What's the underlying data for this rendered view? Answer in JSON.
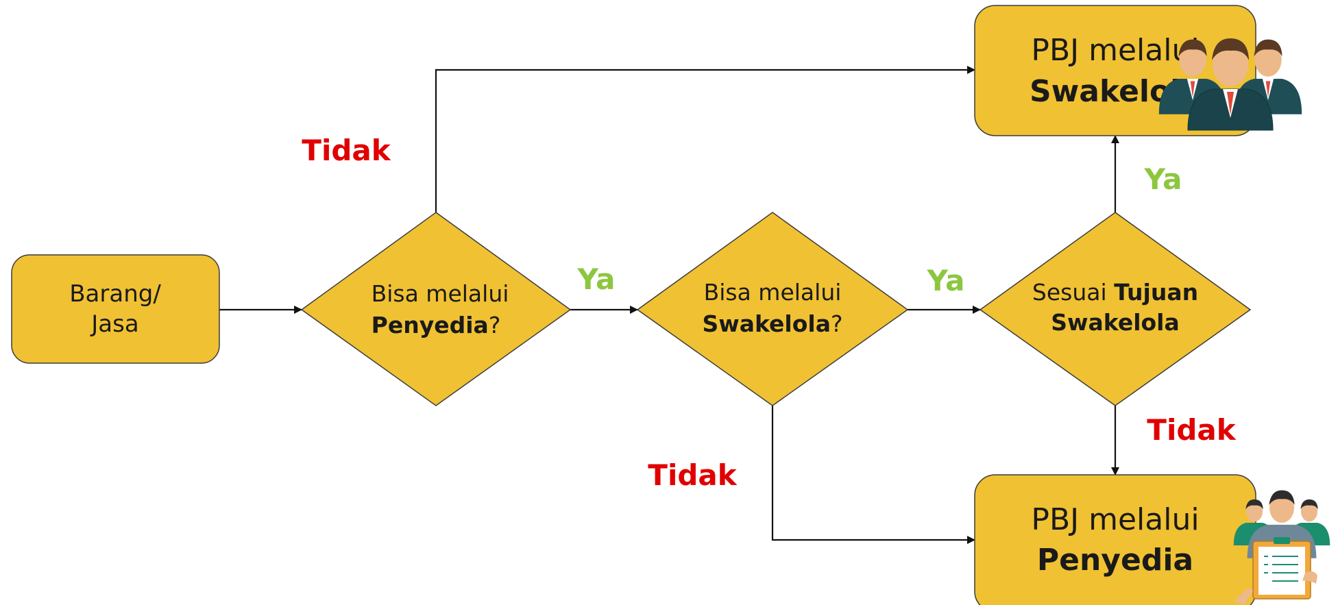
{
  "colors": {
    "node_fill": "#F0C132",
    "node_stroke": "#3b3b3b",
    "edge": "#111111",
    "yes_color": "#8DC63F",
    "no_color": "#E00000",
    "suit": "#1F4E57",
    "skin": "#EDB98A",
    "hair": "#5A3A22",
    "tie": "#E04A3C",
    "clipboard": "#F2A93B"
  },
  "nodes": {
    "start": {
      "line1": "Barang/",
      "line2": "Jasa"
    },
    "decision_penyedia": {
      "line1": "Bisa melalui",
      "line2_bold": "Penyedia",
      "line2_tail": "?"
    },
    "decision_swakelola": {
      "line1": "Bisa melalui",
      "line2_bold": "Swakelola",
      "line2_tail": "?"
    },
    "decision_tujuan": {
      "line1_regular": "Sesuai ",
      "line1_bold": "Tujuan",
      "line2_bold": "Swakelola"
    },
    "result_swakelola": {
      "line1": "PBJ melalui",
      "line2": "Swakelola",
      "icon": "team-people-icon"
    },
    "result_penyedia": {
      "line1": "PBJ melalui",
      "line2": "Penyedia",
      "icon": "clipboard-vendor-icon"
    }
  },
  "edge_labels": {
    "penyedia_no": "Tidak",
    "penyedia_yes": "Ya",
    "swakelola_yes": "Ya",
    "swakelola_no": "Tidak",
    "tujuan_yes": "Ya",
    "tujuan_no": "Tidak"
  }
}
